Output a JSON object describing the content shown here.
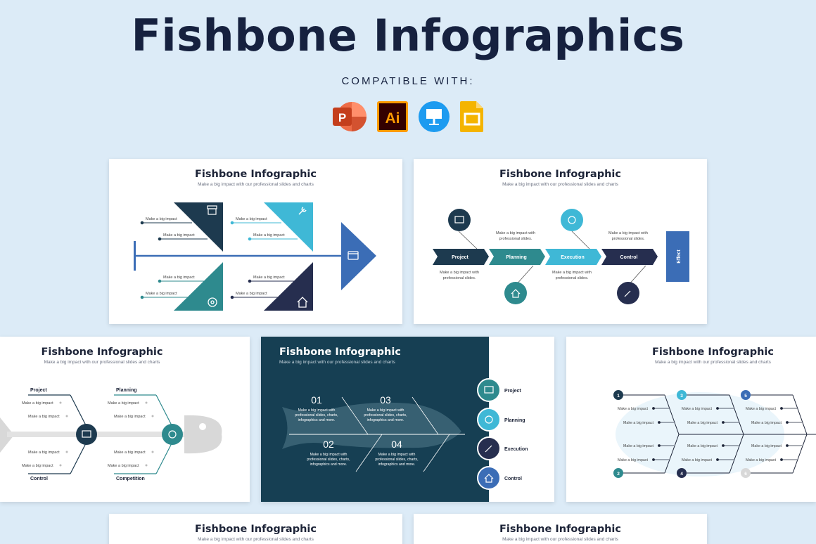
{
  "header": {
    "title": "Fishbone Infographics",
    "compatible_label": "COMPATIBLE WITH:",
    "apps": [
      {
        "name": "PowerPoint",
        "icon": "powerpoint-icon",
        "color": "#d04423",
        "label": "P"
      },
      {
        "name": "Illustrator",
        "icon": "illustrator-icon",
        "color": "#ff9a00",
        "label": "Ai"
      },
      {
        "name": "Keynote",
        "icon": "keynote-icon",
        "color": "#1d9bf0"
      },
      {
        "name": "Google Slides",
        "icon": "google-slides-icon",
        "color": "#f4b400"
      }
    ]
  },
  "colors": {
    "navy": "#1d3a4f",
    "teal": "#2e8a8e",
    "light_blue": "#3fb8d6",
    "dark_navy": "#262e4f",
    "blue": "#3b6db6"
  },
  "slide_title": "Fishbone Infographic",
  "slide_subtitle": "Make a big impact with our professional slides and charts",
  "slide1": {
    "label": "Make a big impact",
    "icons": [
      "archive-icon",
      "wrench-icon",
      "gear-icon",
      "home-icon",
      "folder-icon"
    ]
  },
  "slide2": {
    "steps": [
      "Project",
      "Planning",
      "Execution",
      "Control"
    ],
    "effect": "Effect",
    "text_a": "Make a big impact with",
    "text_b": "professional slides."
  },
  "slide3": {
    "labels": [
      "Project",
      "Planning",
      "Control",
      "Competition"
    ],
    "bullet": "Make a big impact"
  },
  "slide4": {
    "numbers": [
      "01",
      "03",
      "02",
      "04"
    ],
    "text_a": "Make a big impact with",
    "text_b": "professional slides, charts,",
    "text_c": "infographics and more.",
    "legend": [
      "Project",
      "Planning",
      "Execution",
      "Control"
    ]
  },
  "slide5": {
    "numbers": [
      "1",
      "3",
      "5",
      "2",
      "4",
      "6"
    ],
    "bullet": "Make a big impact"
  }
}
